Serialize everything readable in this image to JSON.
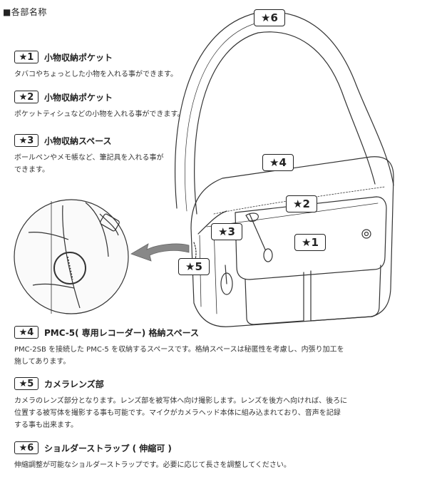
{
  "section_title": "■各部名称",
  "items": [
    {
      "badge": "★1",
      "title": "小物収納ポケット",
      "desc": "タバコやちょっとした小物を入れる事ができます。"
    },
    {
      "badge": "★2",
      "title": "小物収納ポケット",
      "desc": "ポケットティシュなどの小物を入れる事ができます。"
    },
    {
      "badge": "★3",
      "title": "小物収納スペース",
      "desc_lines": [
        "ボールペンやメモ帳など、筆記具を入れる事が",
        "できます。"
      ]
    },
    {
      "badge": "★4",
      "title": "PMC-5( 専用レコーダー) 格納スペース",
      "desc_lines": [
        "PMC-2SB を接続した PMC-5 を収納するスペースです。格納スペースは秘匿性を考慮し、内張り加工を",
        "施してあります。"
      ]
    },
    {
      "badge": "★5",
      "title": "カメラレンズ部",
      "desc_lines": [
        "カメラのレンズ部分となります。レンズ部を被写体へ向け撮影します。レンズを後方へ向ければ、後ろに",
        "位置する被写体を撮影する事も可能です。マイクがカメラヘッド本体に組み込まれており、音声を記録",
        "する事も出来ます。"
      ]
    },
    {
      "badge": "★6",
      "title": "ショルダーストラップ ( 伸縮可 )",
      "desc": "伸縮調整が可能なショルダーストラップです。必要に応じて長さを調整してください。"
    }
  ],
  "callouts": {
    "c1": "★1",
    "c2": "★2",
    "c3": "★3",
    "c4": "★4",
    "c5": "★5",
    "c6": "★6"
  }
}
